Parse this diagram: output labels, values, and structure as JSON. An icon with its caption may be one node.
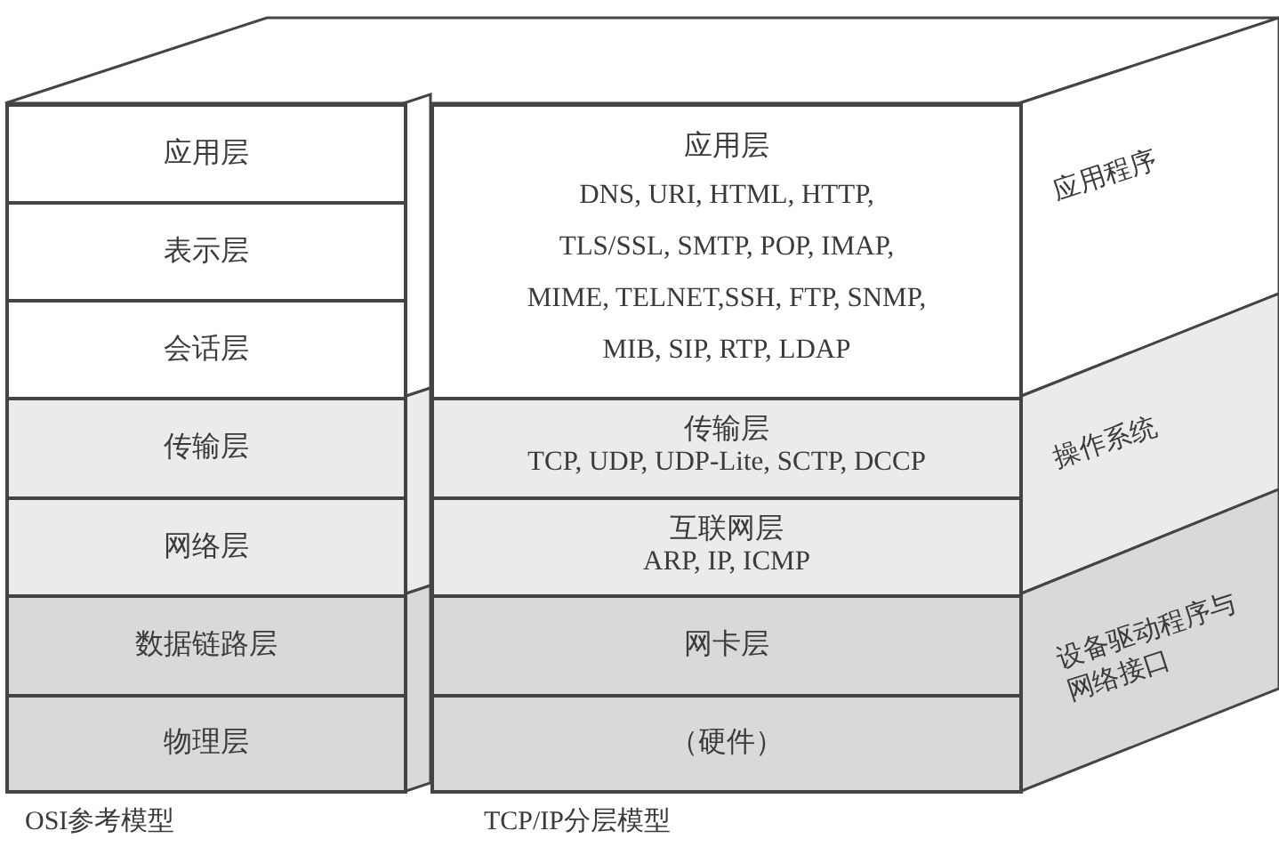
{
  "diagram": {
    "nodes": [
      {
        "text": [
          "应用层"
        ]
      },
      {
        "text": [
          "表示层"
        ]
      },
      {
        "text": [
          "会话层"
        ]
      },
      {
        "text": [
          "传输层"
        ]
      },
      {
        "text": [
          "网络层"
        ]
      },
      {
        "text": [
          "数据链路层"
        ]
      },
      {
        "text": [
          "物理层"
        ]
      },
      {
        "text": [
          "应用层",
          "DNS, URI, HTML, HTTP, TLS/SSL, SMTP, POP, IMAP, MIME, TELNET,SSH, FTP, SNMP, MIB, SIP, RTP, LDAP"
        ]
      },
      {
        "text": [
          "传输层",
          "TCP, UDP, UDP-Lite, SCTP, DCCP"
        ]
      },
      {
        "text": [
          "互联网层",
          "ARP, IP, ICMP"
        ]
      },
      {
        "text": [
          "网卡层"
        ]
      },
      {
        "text": [
          "（硬件）"
        ]
      },
      {
        "text": [
          "应用程序"
        ]
      },
      {
        "text": [
          "操作系统"
        ]
      },
      {
        "text": [
          "设备驱动程序与网络接口"
        ]
      }
    ],
    "edges": [],
    "labels": [
      "OSI参考模型",
      "TCP/IP分层模型"
    ]
  }
}
